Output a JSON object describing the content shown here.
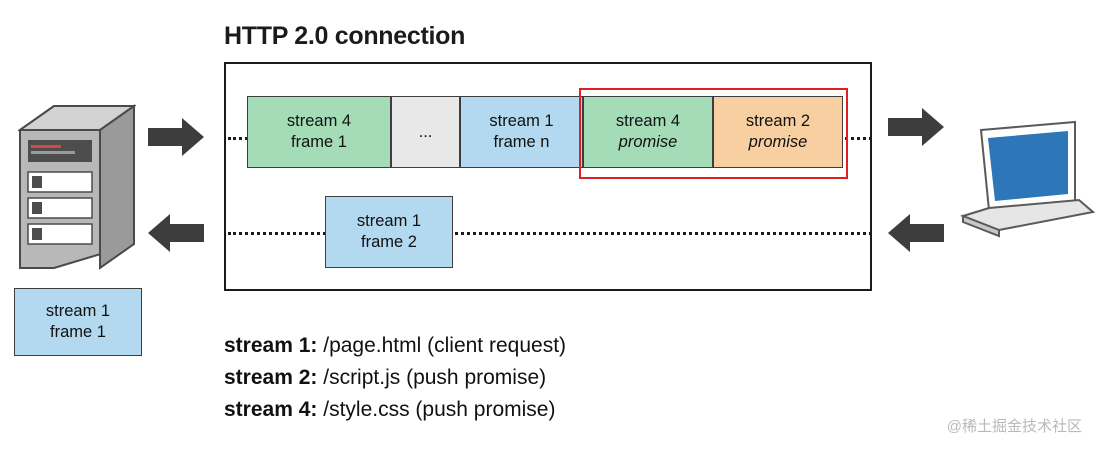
{
  "title": "HTTP 2.0 connection",
  "frames": {
    "top": [
      {
        "name": "frame-stream4-frame1",
        "line1": "stream 4",
        "line2": "frame 1",
        "color": "#a5dcb8",
        "italic": false
      },
      {
        "name": "frame-ellipsis",
        "line1": "",
        "line2": "...",
        "color": "#e8e8e8",
        "italic": false
      },
      {
        "name": "frame-stream1-framen",
        "line1": "stream 1",
        "line2": "frame n",
        "color": "#b2d9ef",
        "italic": false
      },
      {
        "name": "frame-stream4-promise",
        "line1": "stream 4",
        "line2": "promise",
        "color": "#a5dcb8",
        "italic": true
      },
      {
        "name": "frame-stream2-promise",
        "line1": "stream 2",
        "line2": "promise",
        "color": "#f8cfa0",
        "italic": true
      }
    ],
    "bottom": [
      {
        "name": "frame-stream1-frame2",
        "line1": "stream 1",
        "line2": "frame 2",
        "color": "#b2d9ef",
        "italic": false
      }
    ],
    "standalone": {
      "name": "frame-stream1-frame1",
      "line1": "stream 1",
      "line2": "frame 1",
      "color": "#b2d9ef",
      "italic": false
    }
  },
  "highlight": {
    "name": "push-promise-highlight",
    "color": "#e02020"
  },
  "legend": [
    {
      "key": "stream 1:",
      "value": "/page.html  (client request)"
    },
    {
      "key": "stream 2:",
      "value": "/script.js  (push promise)"
    },
    {
      "key": "stream 4:",
      "value": "/style.css  (push promise)"
    }
  ],
  "icons": {
    "server": "server-icon",
    "client": "laptop-icon",
    "arrow_right_top": "arrow-right-icon",
    "arrow_right_out": "arrow-right-icon",
    "arrow_left_bottom_left": "arrow-left-icon",
    "arrow_left_bottom_right": "arrow-left-icon"
  },
  "watermark": "@稀土掘金技术社区"
}
